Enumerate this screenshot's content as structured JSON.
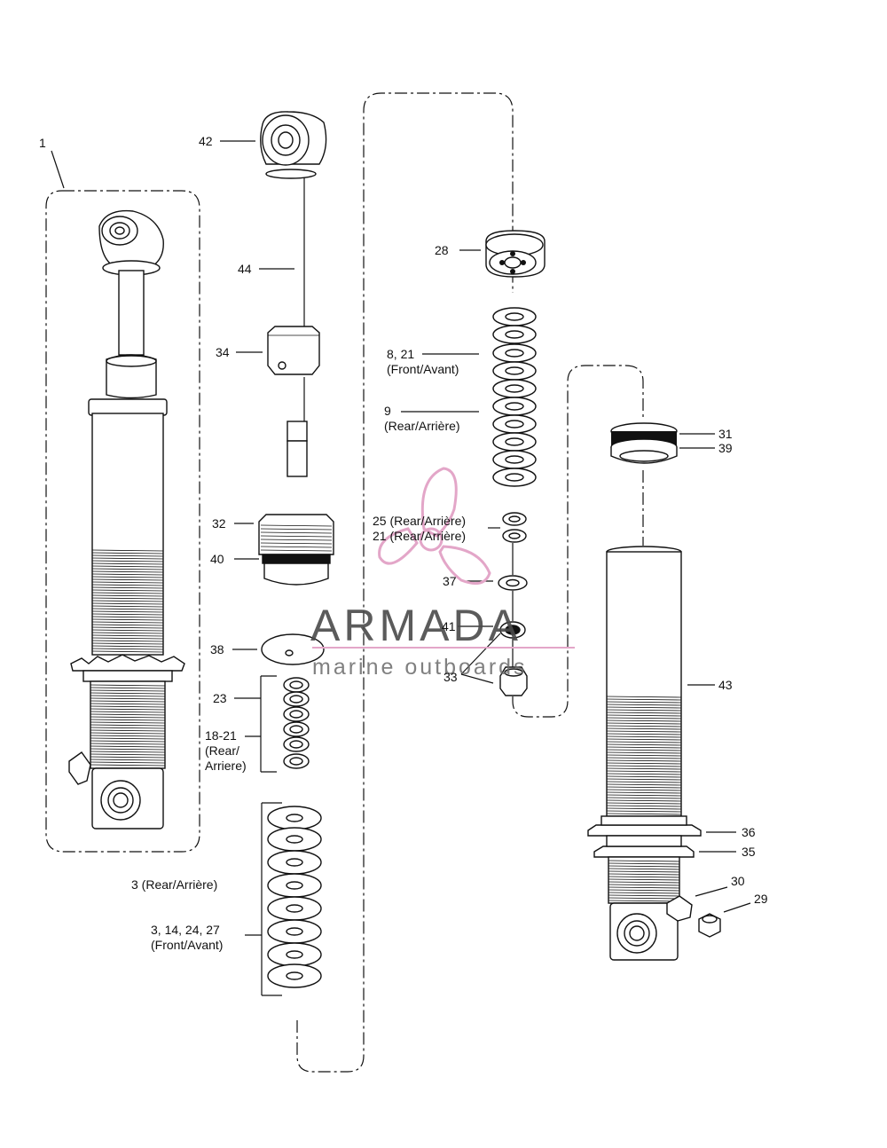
{
  "labels": {
    "l1": "1",
    "l42": "42",
    "l44": "44",
    "l34": "34",
    "l32": "32",
    "l40": "40",
    "l38": "38",
    "l23": "23",
    "l18_21": [
      "18-21",
      "(Rear/",
      "Arriere)"
    ],
    "l3_rear": "3 (Rear/Arrière)",
    "l3_front": [
      "3, 14, 24, 27",
      "(Front/Avant)"
    ],
    "l28": "28",
    "l8_21": [
      "8, 21",
      "(Front/Avant)"
    ],
    "l9": [
      "9",
      "(Rear/Arrière)"
    ],
    "l25": "25 (Rear/Arrière)",
    "l21": "21 (Rear/Arrière)",
    "l37": "37",
    "l41": "41",
    "l33": "33",
    "l31": "31",
    "l39": "39",
    "l43": "43",
    "l36": "36",
    "l35": "35",
    "l30": "30",
    "l29": "29"
  },
  "watermark": {
    "brand": "ARMADA",
    "tagline": "marine outboards",
    "color": "#e3a6c8"
  }
}
